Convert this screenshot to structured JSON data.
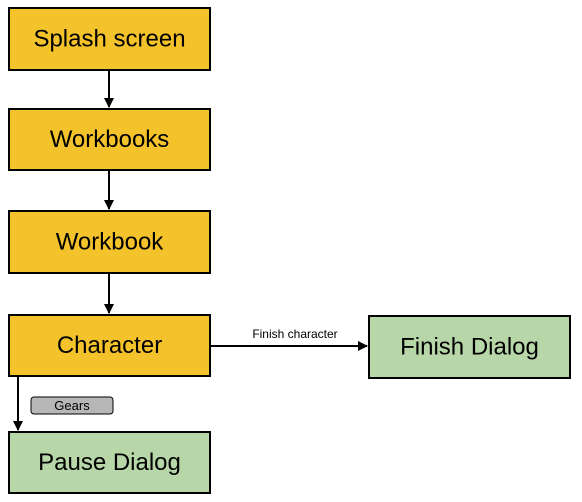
{
  "colors": {
    "screen_fill": "#f4c22b",
    "dialog_fill": "#b7d7a8",
    "tag_fill": "#b7b7b7",
    "stroke": "#000000"
  },
  "nodes": {
    "splash_screen": "Splash screen",
    "workbooks": "Workbooks",
    "workbook": "Workbook",
    "character": "Character",
    "finish_dialog": "Finish Dialog",
    "pause_dialog": "Pause Dialog"
  },
  "edges": {
    "finish_character": "Finish character",
    "gears": "Gears"
  }
}
